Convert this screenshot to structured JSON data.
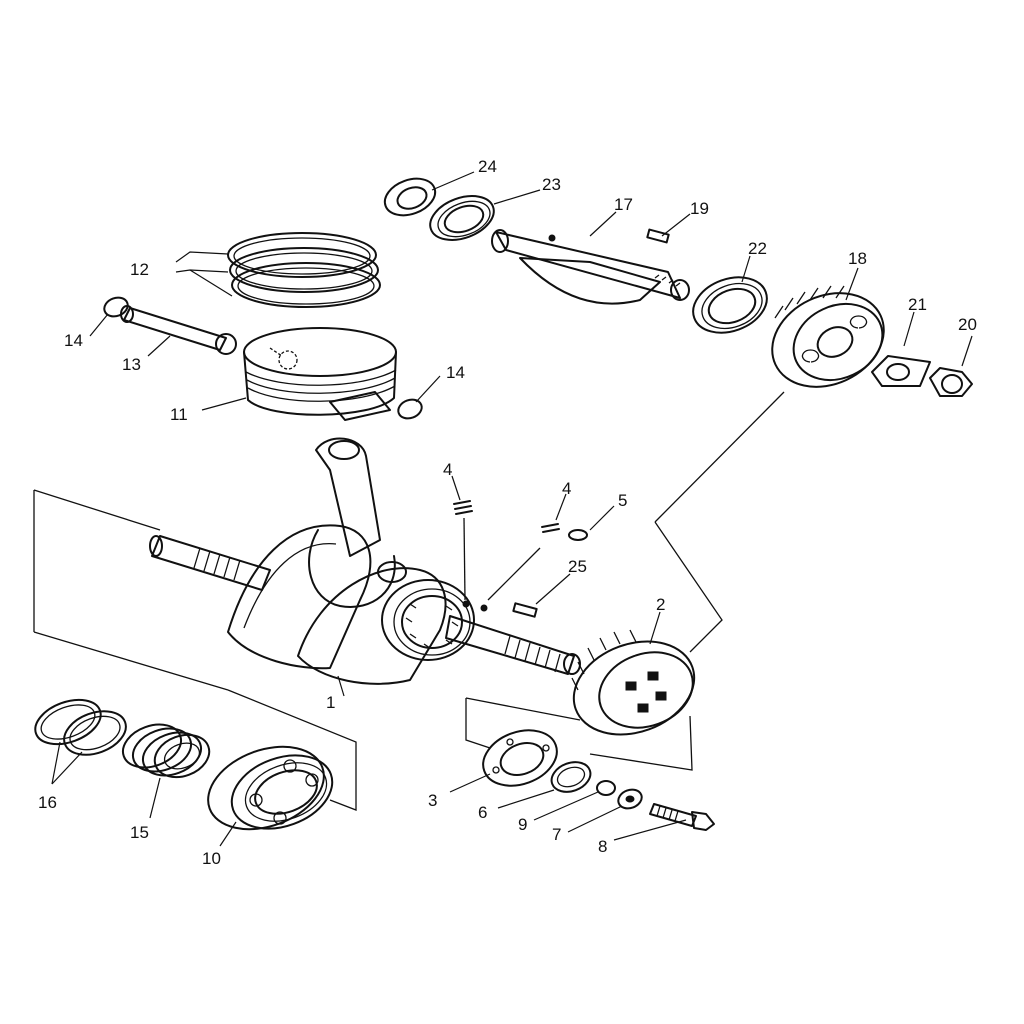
{
  "diagram": {
    "callouts": [
      {
        "id": "c24",
        "number": "24"
      },
      {
        "id": "c23",
        "number": "23"
      },
      {
        "id": "c17",
        "number": "17"
      },
      {
        "id": "c19",
        "number": "19"
      },
      {
        "id": "c22",
        "number": "22"
      },
      {
        "id": "c18",
        "number": "18"
      },
      {
        "id": "c21",
        "number": "21"
      },
      {
        "id": "c20",
        "number": "20"
      },
      {
        "id": "c12",
        "number": "12"
      },
      {
        "id": "c14a",
        "number": "14"
      },
      {
        "id": "c13",
        "number": "13"
      },
      {
        "id": "c14b",
        "number": "14"
      },
      {
        "id": "c11",
        "number": "11"
      },
      {
        "id": "c4a",
        "number": "4"
      },
      {
        "id": "c4b",
        "number": "4"
      },
      {
        "id": "c5",
        "number": "5"
      },
      {
        "id": "c25",
        "number": "25"
      },
      {
        "id": "c2",
        "number": "2"
      },
      {
        "id": "c1",
        "number": "1"
      },
      {
        "id": "c16",
        "number": "16"
      },
      {
        "id": "c15",
        "number": "15"
      },
      {
        "id": "c10",
        "number": "10"
      },
      {
        "id": "c3",
        "number": "3"
      },
      {
        "id": "c6",
        "number": "6"
      },
      {
        "id": "c9",
        "number": "9"
      },
      {
        "id": "c7",
        "number": "7"
      },
      {
        "id": "c8",
        "number": "8"
      }
    ]
  }
}
